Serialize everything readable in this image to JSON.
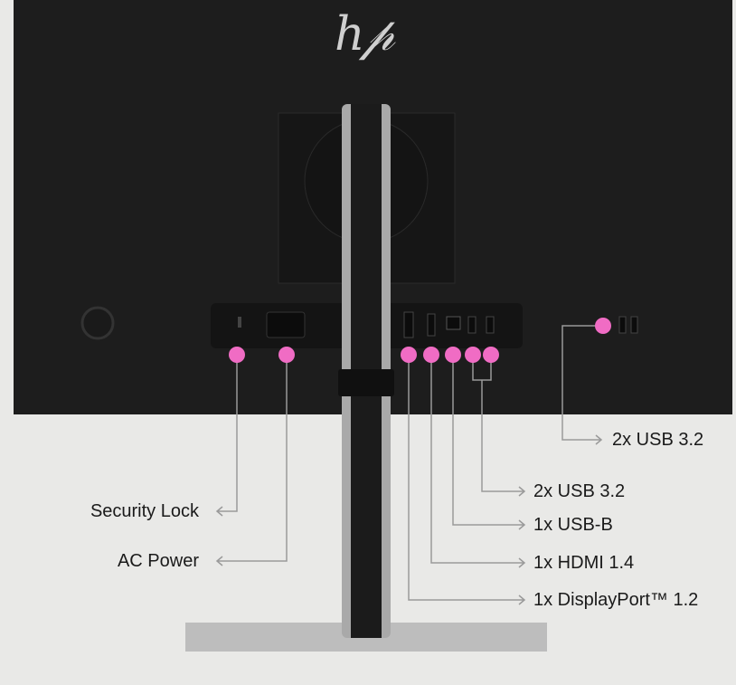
{
  "brand": "hp",
  "accent_color": "#f06cc4",
  "labels": {
    "security_lock": "Security Lock",
    "ac_power": "AC Power",
    "side_usb": "2x USB 3.2",
    "rear_usb": "2x USB 3.2",
    "usb_b": "1x USB-B",
    "hdmi": "1x HDMI 1.4",
    "displayport": "1x DisplayPort™ 1.2"
  }
}
